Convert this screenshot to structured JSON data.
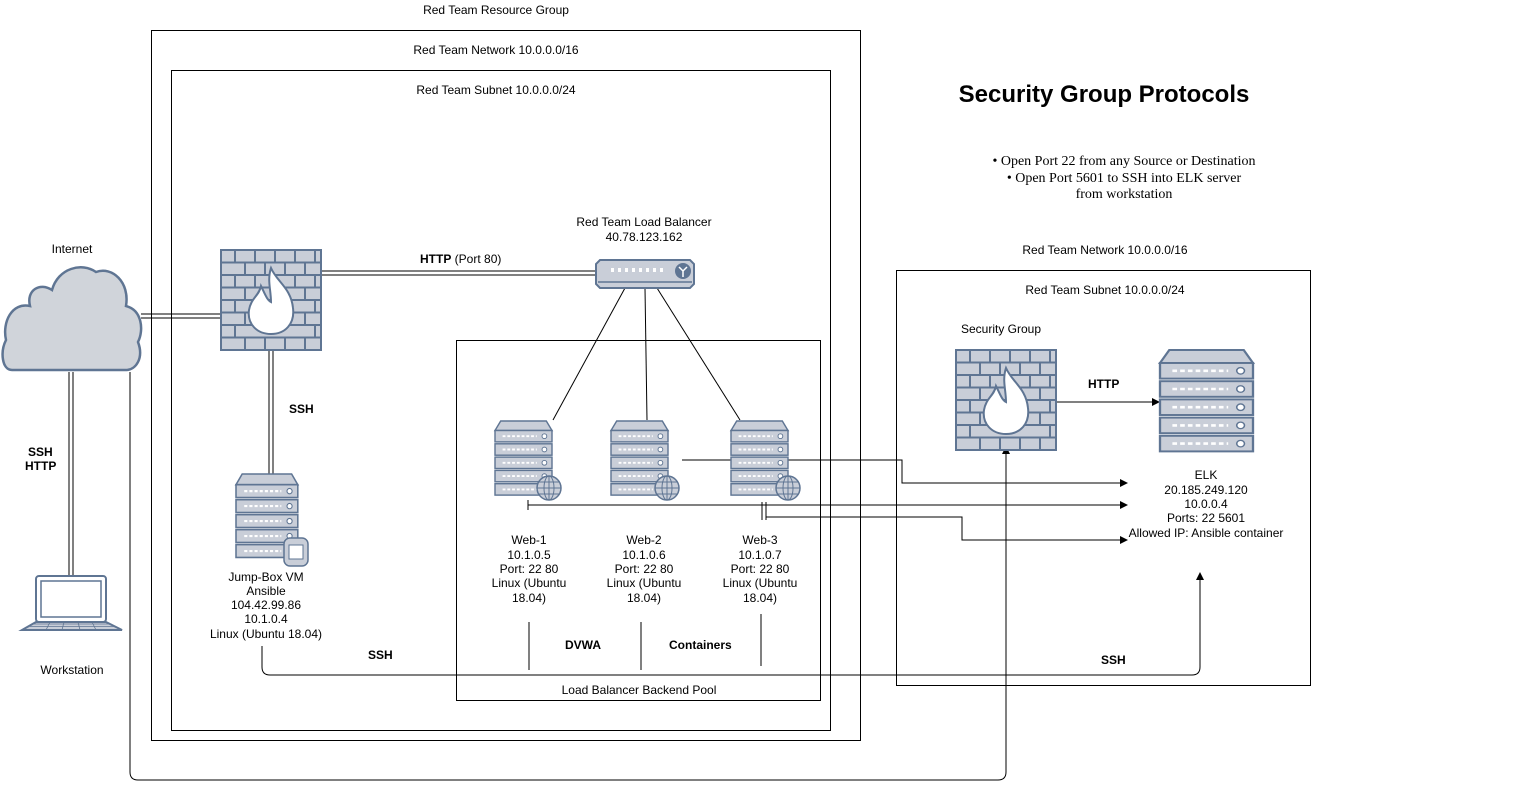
{
  "containers": {
    "resource_group": "Red Team Resource Group",
    "network_1": "Red Team Network 10.0.0.0/16",
    "subnet_1": "Red Team Subnet 10.0.0.0/24",
    "backend_pool": "Load Balancer Backend Pool",
    "network_2": "Red Team Network 10.0.0.0/16",
    "subnet_2": "Red Team Subnet 10.0.0.0/24"
  },
  "nodes": {
    "internet": "Internet",
    "workstation": "Workstation",
    "load_balancer": [
      "Red Team Load Balancer",
      "40.78.123.162"
    ],
    "jump_box": [
      "Jump-Box VM",
      "Ansible",
      "104.42.99.86",
      "10.1.0.4",
      "Linux (Ubuntu 18.04)"
    ],
    "web1": [
      "Web-1",
      "10.1.0.5",
      "Port: 22 80",
      "Linux (Ubuntu",
      "18.04)"
    ],
    "web2": [
      "Web-2",
      "10.1.0.6",
      "Port: 22 80",
      "Linux (Ubuntu",
      "18.04)"
    ],
    "web3": [
      "Web-3",
      "10.1.0.7",
      "Port: 22 80",
      "Linux (Ubuntu",
      "18.04)"
    ],
    "security_group": "Security Group",
    "elk": [
      "ELK",
      "20.185.249.120",
      "10.0.0.4",
      "Ports: 22 5601",
      "Allowed IP: Ansible container"
    ]
  },
  "edge_labels": {
    "http_bold": "HTTP",
    "http_port": " (Port 80)",
    "ssh_jump": "SSH",
    "ssh_ws_1": "SSH",
    "ssh_ws_2": "HTTP",
    "ssh_bottom": "SSH",
    "ssh_elk": "SSH",
    "http_sg": "HTTP",
    "dvwa": "DVWA",
    "containers": "Containers"
  },
  "protocols": {
    "title": "Security Group Protocols",
    "lines": [
      "•  Open Port 22 from any Source or Destination",
      "•  Open Port  5601 to SSH into ELK server",
      "from workstation"
    ]
  },
  "colors": {
    "icon_fill": "#c9ced8",
    "icon_stroke": "#5f7593",
    "cloud_fill": "#d0d4da",
    "line": "#000000"
  }
}
